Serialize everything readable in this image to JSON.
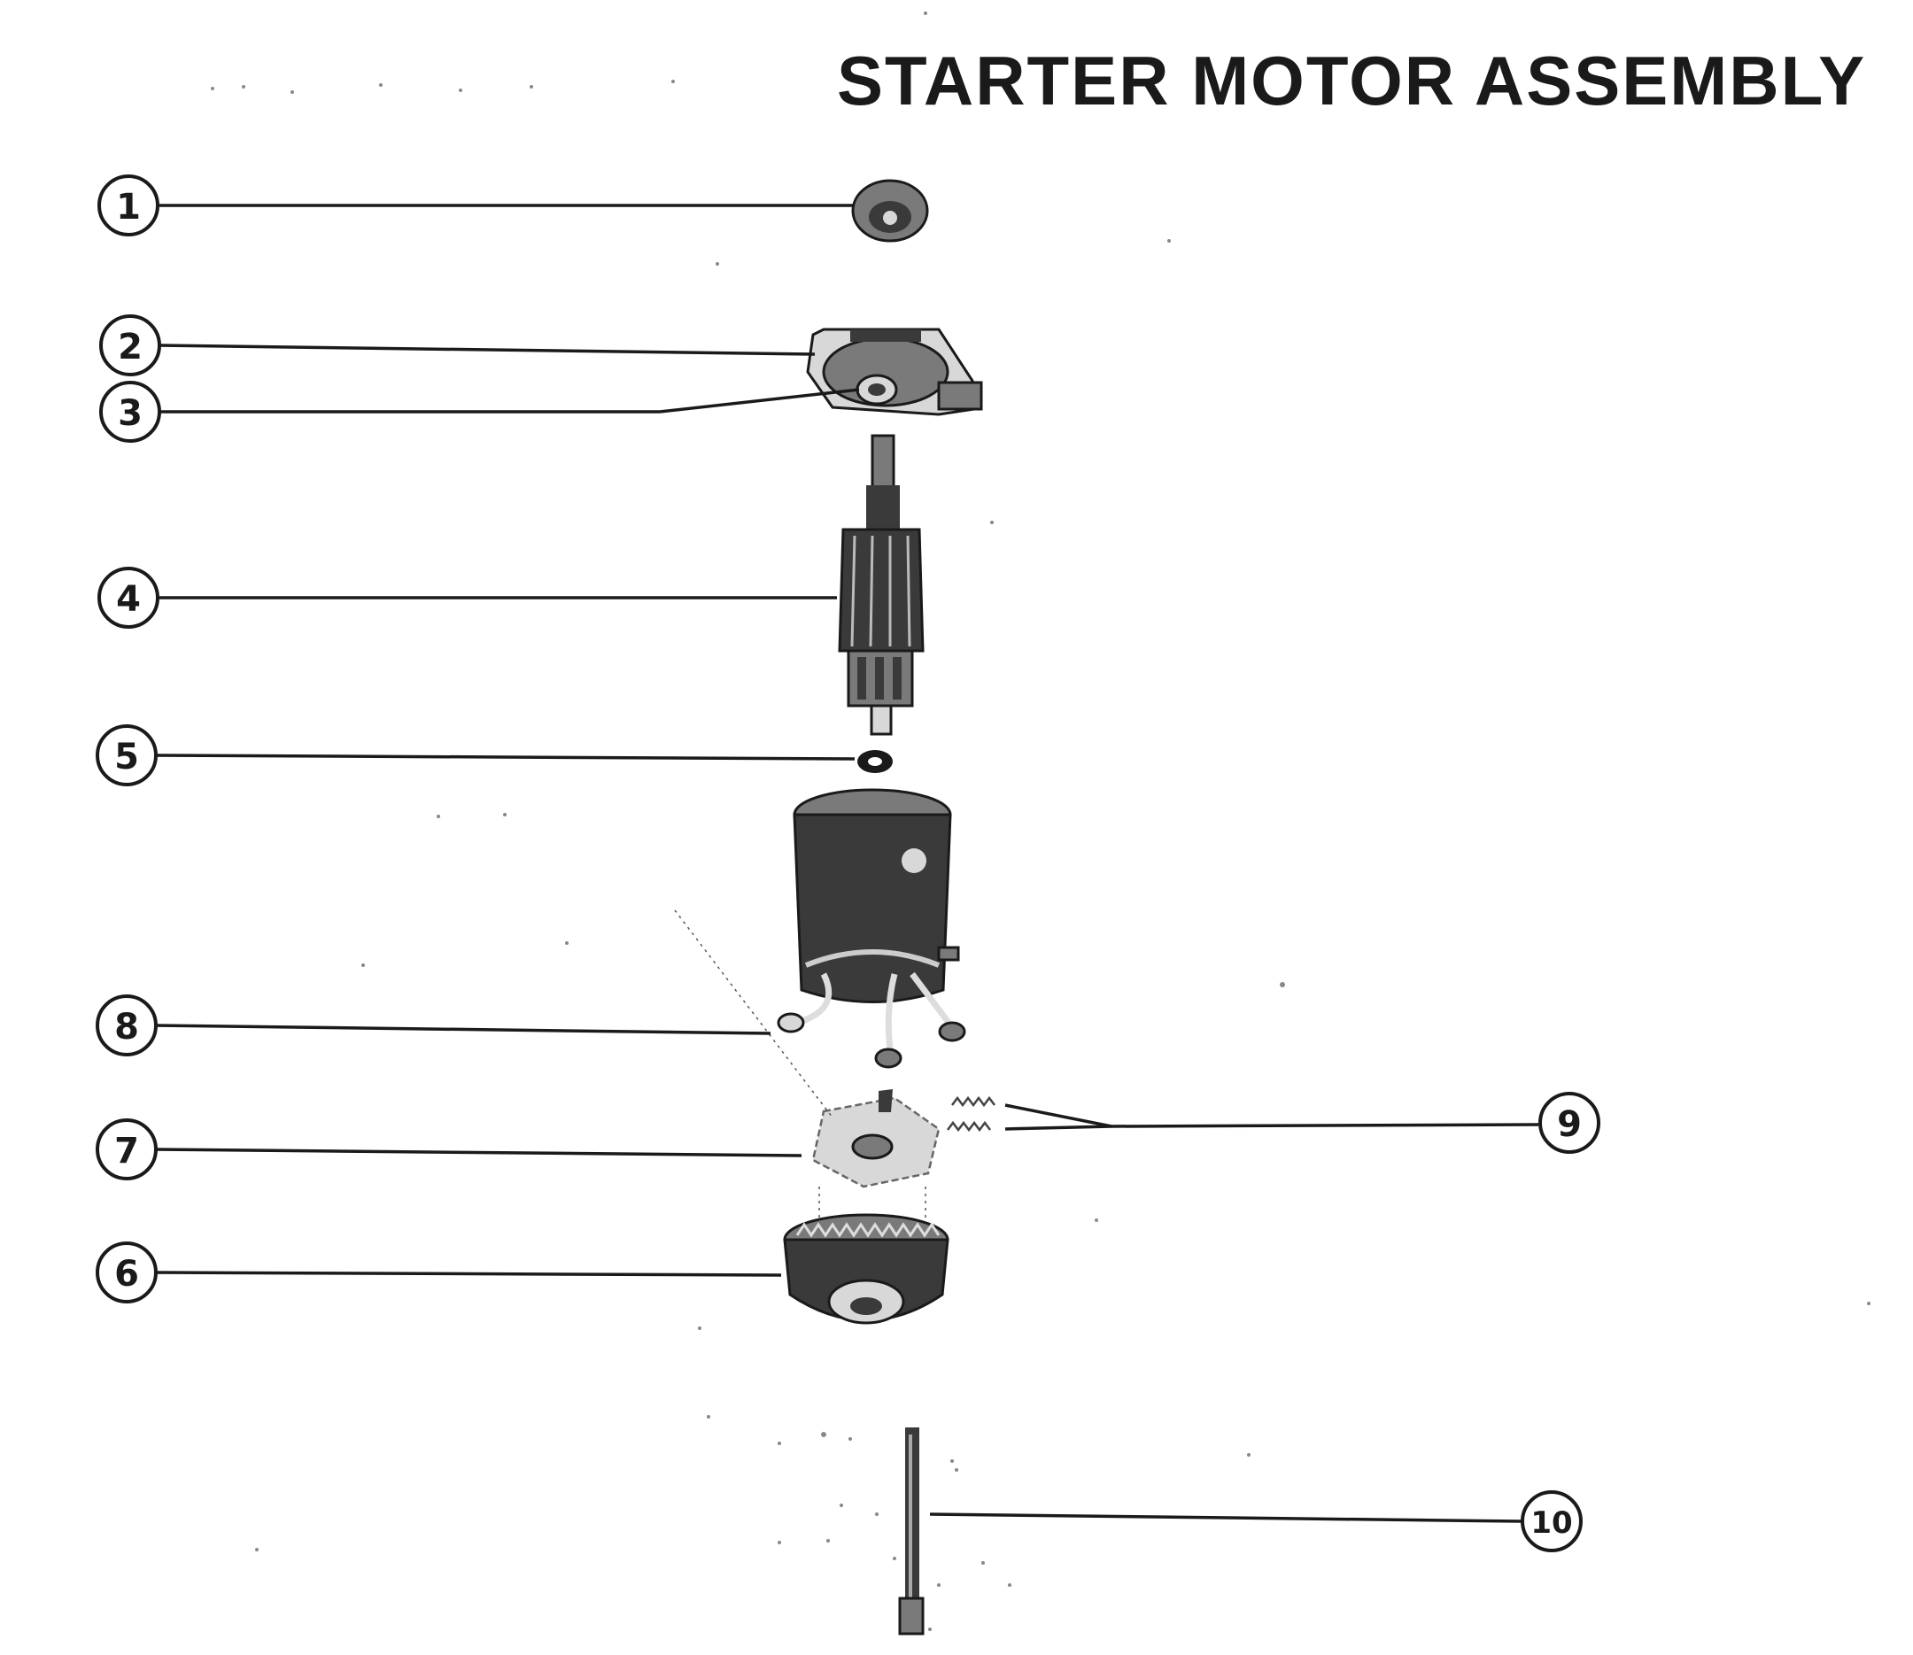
{
  "diagram": {
    "title": "STARTER MOTOR ASSEMBLY",
    "callouts": [
      "1",
      "2",
      "3",
      "4",
      "5",
      "6",
      "7",
      "8",
      "9",
      "10"
    ]
  }
}
